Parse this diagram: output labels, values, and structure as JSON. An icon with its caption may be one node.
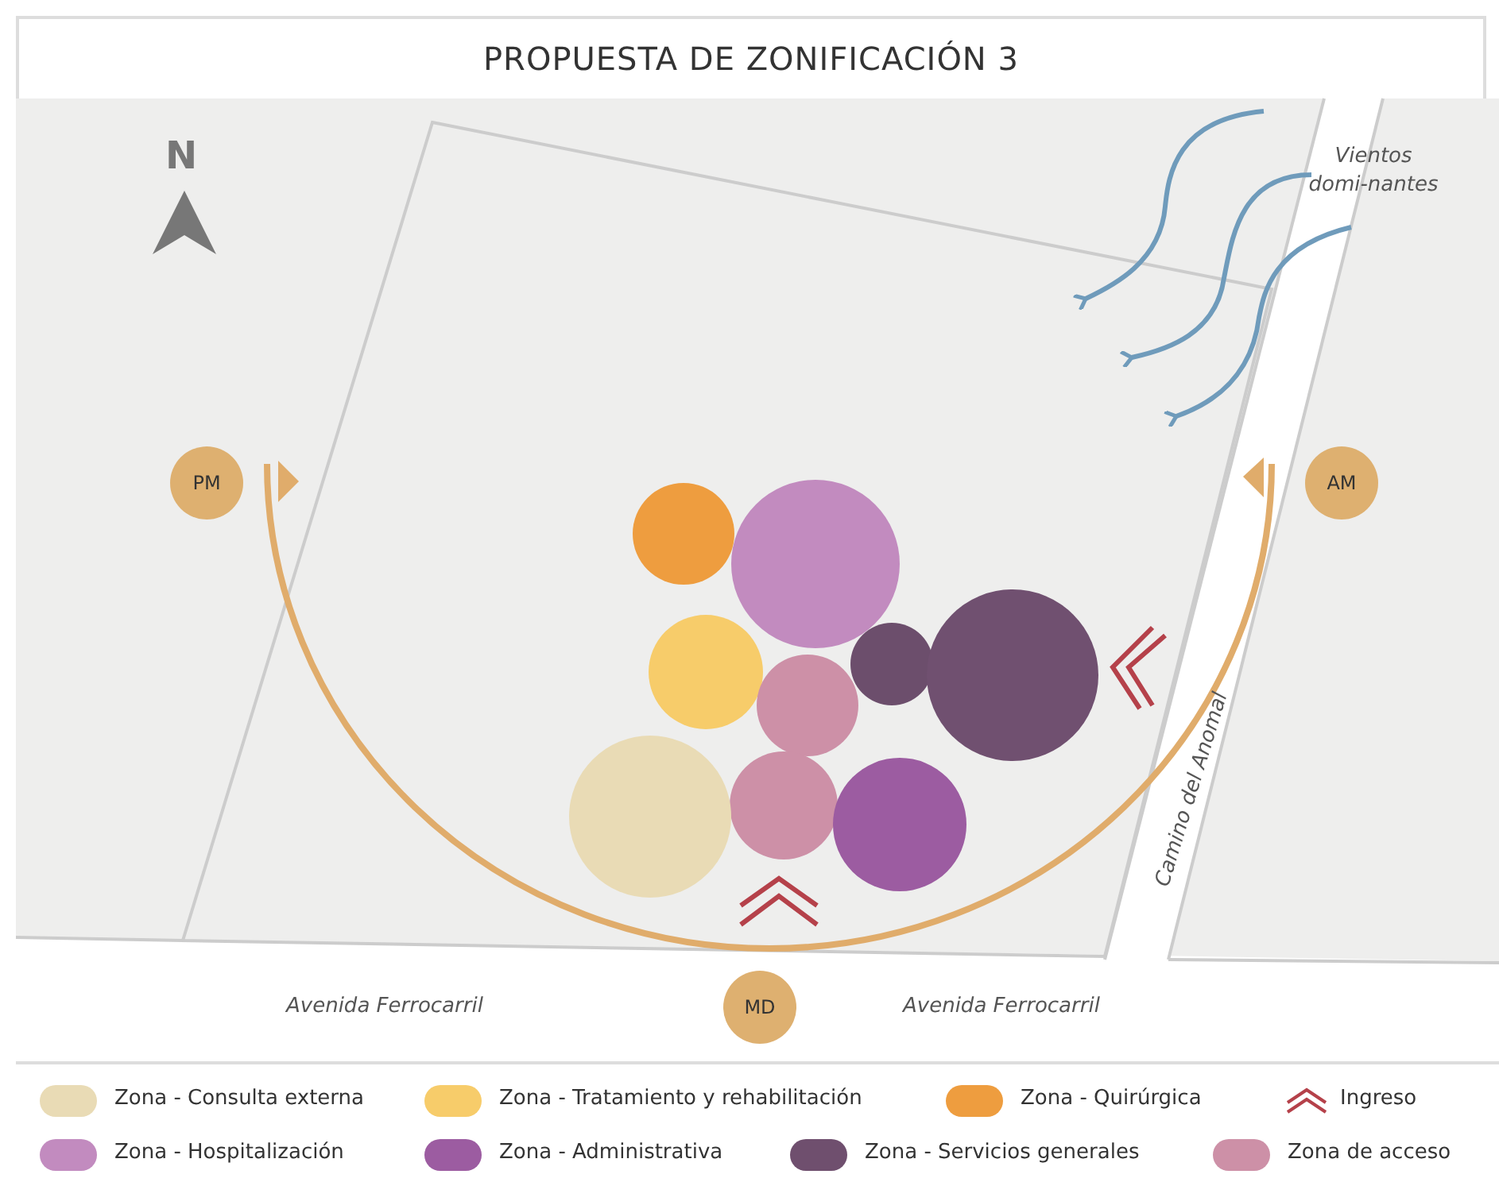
{
  "diagram": {
    "title": "PROPUESTA DE ZONIFICACIÓN 3",
    "nodes": [
      {
        "text": [
          "PM"
        ]
      },
      {
        "text": [
          "AM"
        ]
      },
      {
        "text": [],
        "shape": "circle"
      },
      {
        "text": [],
        "shape": "circle"
      },
      {
        "text": [],
        "shape": "circle"
      },
      {
        "text": [],
        "shape": "circle"
      },
      {
        "text": [],
        "shape": "circle"
      },
      {
        "text": [],
        "shape": "circle"
      },
      {
        "text": [],
        "shape": "circle"
      },
      {
        "text": [],
        "shape": "circle"
      },
      {
        "text": [],
        "shape": "circle"
      },
      {
        "text": [
          "MD"
        ]
      }
    ],
    "edges": [],
    "labels": [
      "N",
      "Vientos domi-nantes",
      "Camino del Anomal",
      "Avenida Ferrocarril",
      "Avenida Ferrocarril"
    ],
    "legend": [
      {
        "text": "Zona - Consulta externa",
        "color": "#e9dbb5"
      },
      {
        "text": "Zona - Tratamiento y rehabilitación",
        "color": "#f7cc6a"
      },
      {
        "text": "Zona - Quirúrgica",
        "color": "#ee9d3f"
      },
      {
        "text": "Ingreso"
      },
      {
        "text": "Zona - Hospitalización",
        "color": "#c28bbf"
      },
      {
        "text": "Zona - Administrativa",
        "color": "#9c5ca1"
      },
      {
        "text": "Zona - Servicios generales",
        "color": "#6f4f6e"
      },
      {
        "text": "Zona de acceso",
        "color": "#cd90a7"
      }
    ]
  }
}
